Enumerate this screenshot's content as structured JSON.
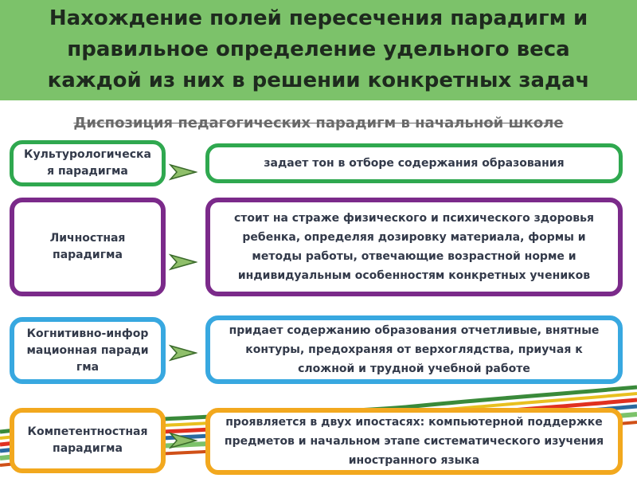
{
  "slide": {
    "title_lines": [
      "Нахождение полей пересечения парадигм и",
      "правильное определение удельного веса",
      "каждой из них в решении конкретных задач"
    ],
    "subtitle": "Диспозиция педагогических парадигм в начальной школе"
  },
  "rows": [
    {
      "label": "Культурологическая парадигма",
      "description": "задает тон в отборе содержания образования",
      "color": "#2fa84f"
    },
    {
      "label": "Личностная парадигма",
      "description": "стоит на страже физического и психического здоровья ребенка, определяя дозировку материала, формы и методы работы, отвечающие возрастной норме и индивидуальным особенностям конкретных учеников",
      "color": "#7b2a8a"
    },
    {
      "label": "Когнитивно-информационная парадигма",
      "description": "придает содержанию образования отчетливые, внятные контуры, предохраняя от верхоглядства, приучая к сложной и трудной учебной работе",
      "color": "#38a8e0"
    },
    {
      "label": "Компетентностная парадигма",
      "description": "проявляется в двух ипостасях: компьютерной поддержке предметов и начальном этапе систематического изучения иностранного языка",
      "color": "#f2a81e"
    }
  ],
  "decoration": {
    "stripe_colors": [
      "#3a8a3a",
      "#e8c020",
      "#e03020",
      "#2a6aa0",
      "#7cc26a",
      "#d05018"
    ]
  }
}
